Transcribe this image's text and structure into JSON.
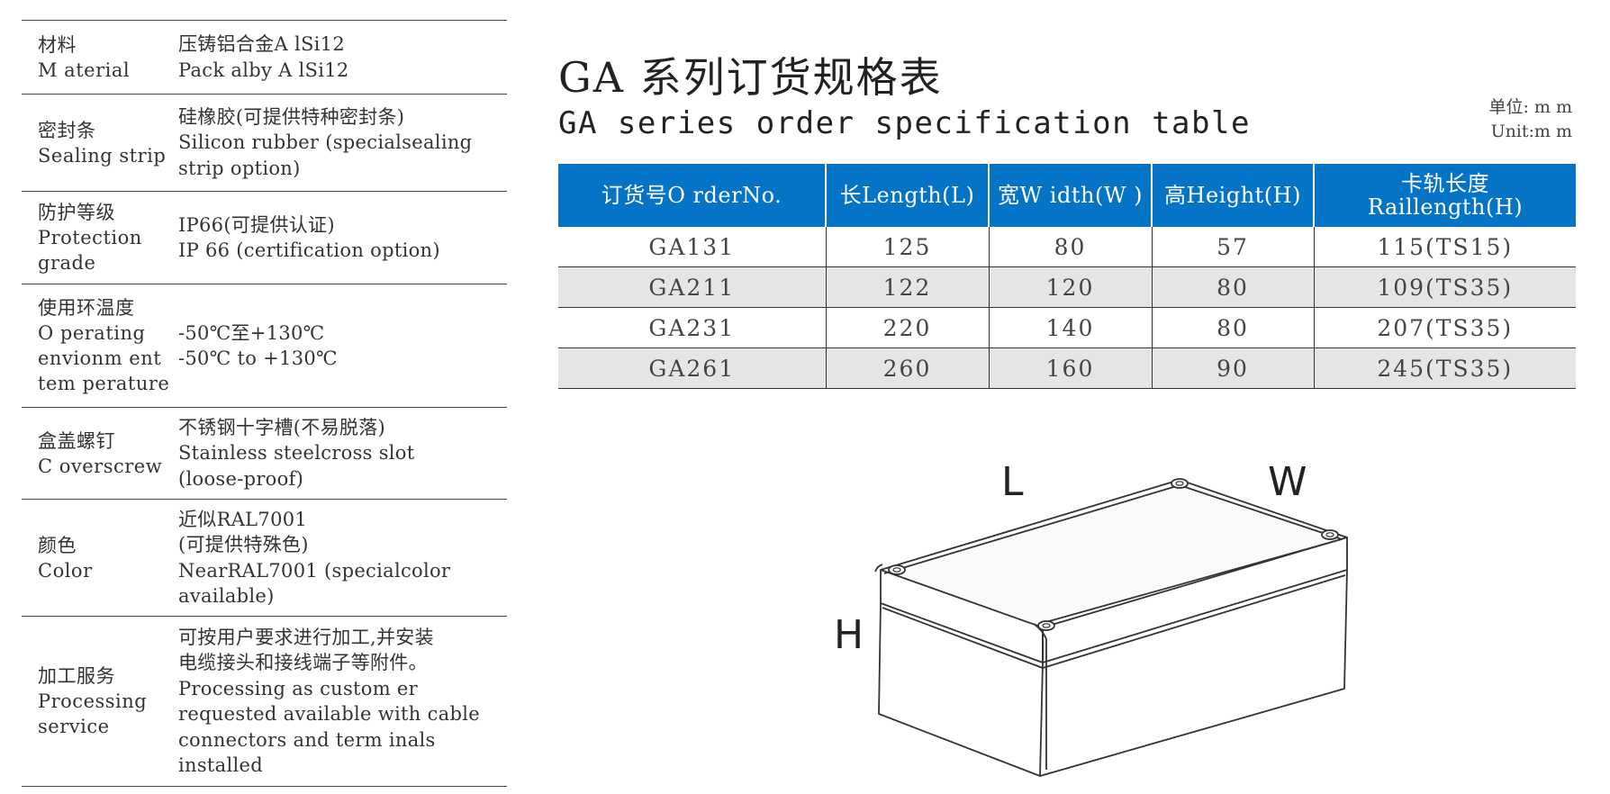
{
  "specs": [
    {
      "label_zh": "材料",
      "label_en": [
        "M aterial"
      ],
      "value": [
        "压铸铝合金A lSi12",
        "Pack alby A lSi12"
      ]
    },
    {
      "label_zh": "密封条",
      "label_en": [
        "Sealing strip"
      ],
      "value": [
        "硅橡胶(可提供特种密封条)",
        "Silicon rubber (specialsealing",
        "strip option)"
      ]
    },
    {
      "label_zh": "防护等级",
      "label_en": [
        "Protection",
        "grade"
      ],
      "value": [
        "IP66(可提供认证)",
        "IP 66 (certification option)"
      ]
    },
    {
      "label_zh": "使用环温度",
      "label_en": [
        "O perating",
        "envionm ent",
        "tem perature"
      ],
      "value": [
        "-50℃至+130℃",
        "-50℃ to +130℃"
      ]
    },
    {
      "label_zh": "盒盖螺钉",
      "label_en": [
        "C overscrew"
      ],
      "value": [
        "不锈钢十字槽(不易脱落)",
        "Stainless steelcross slot",
        "(loose-proof)"
      ]
    },
    {
      "label_zh": "颜色",
      "label_en": [
        "Color"
      ],
      "value": [
        "近似RAL7001",
        "(可提供特殊色)",
        "NearRAL7001 (specialcolor",
        "available)"
      ]
    },
    {
      "label_zh": "加工服务",
      "label_en": [
        "Processing",
        "service"
      ],
      "value": [
        "可按用户要求进行加工,并安装",
        "电缆接头和接线端子等附件。",
        "Processing as custom er",
        "requested available with cable",
        "connectors and term inals",
        "installed"
      ]
    }
  ],
  "title": {
    "zh": "GA 系列订货规格表",
    "en": "GA series order specification table"
  },
  "unit": {
    "zh": "单位: m m",
    "en": "Unit:m m"
  },
  "order_table": {
    "headers": [
      {
        "lines": [
          "订货号O rderNo."
        ]
      },
      {
        "lines": [
          "长Length(L)"
        ]
      },
      {
        "lines": [
          "宽W idth(W )"
        ]
      },
      {
        "lines": [
          "高Height(H)"
        ]
      },
      {
        "lines": [
          "卡轨长度",
          "Raillength(H)"
        ]
      }
    ],
    "rows": [
      [
        "GA131",
        "125",
        "80",
        "57",
        "115(TS15)"
      ],
      [
        "GA211",
        "122",
        "120",
        "80",
        "109(TS35)"
      ],
      [
        "GA231",
        "220",
        "140",
        "80",
        "207(TS35)"
      ],
      [
        "GA261",
        "260",
        "160",
        "90",
        "245(TS35)"
      ]
    ]
  },
  "drawing": {
    "labels": {
      "length": "L",
      "width": "W",
      "height": "H"
    }
  }
}
